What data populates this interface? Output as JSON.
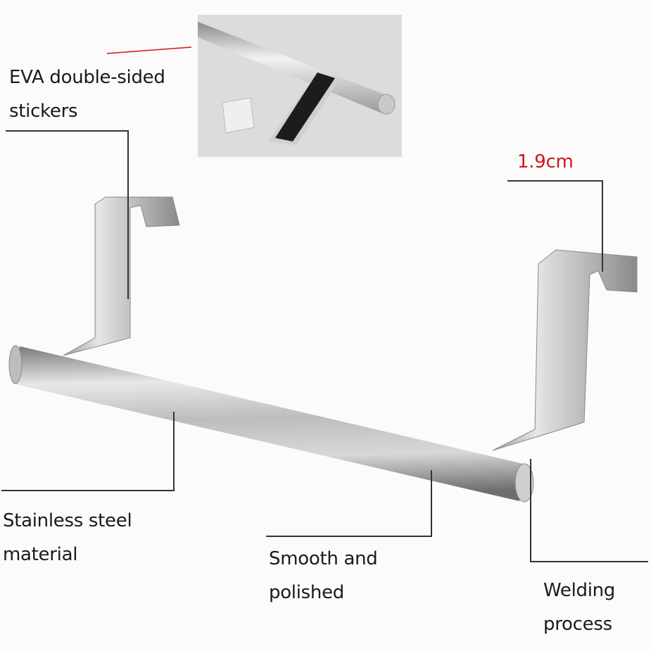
{
  "inset": {
    "caption": "EVA double-sided stickers"
  },
  "labels": {
    "eva_line1": "EVA double-sided",
    "eva_line2": "stickers",
    "size": "1.9cm",
    "material_line1": "Stainless steel",
    "material_line2": "material",
    "smooth_line1": "Smooth and",
    "smooth_line2": "polished",
    "welding_line1": "Welding",
    "welding_line2": "process"
  },
  "colors": {
    "accent_red": "#d1141b",
    "line": "#333333",
    "background": "#fbfbfb"
  }
}
